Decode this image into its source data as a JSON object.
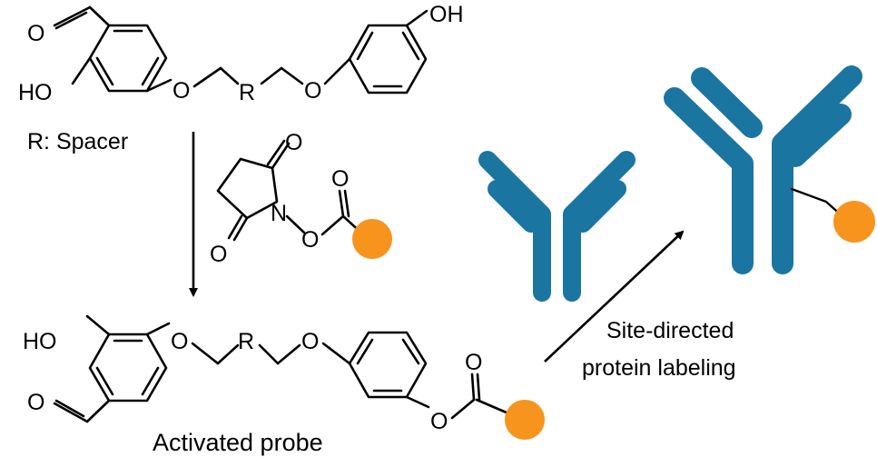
{
  "colors": {
    "antibody": "#1b75a1",
    "probe_dot": "#f7941d",
    "ink": "#000000",
    "background": "#ffffff"
  },
  "atoms": {
    "oxygen": "O",
    "hydroxyl": "HO",
    "hydroxyl_right": "OH",
    "spacer": "R",
    "nitrogen": "N"
  },
  "labels": {
    "spacer_legend": "R: Spacer",
    "activated_probe": "Activated probe",
    "labeling_line1": "Site-directed",
    "labeling_line2": "protein labeling"
  },
  "icons": {
    "reaction_arrow": "arrow-down",
    "labeling_arrow": "arrow-up-right",
    "antibody": "y-shaped-antibody",
    "probe": "orange-circle"
  }
}
